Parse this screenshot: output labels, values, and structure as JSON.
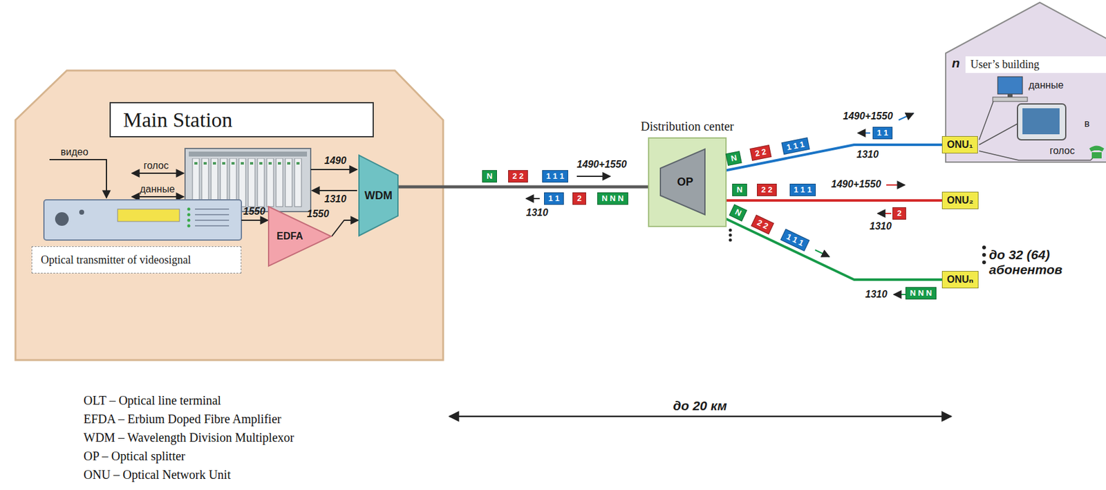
{
  "diagram": {
    "nodes": [
      {
        "text": [
          "Main Station"
        ]
      },
      {
        "text": [
          "Optical transmitter of videosignal"
        ]
      },
      {
        "text": [
          "EDFA"
        ]
      },
      {
        "text": [
          "WDM"
        ]
      },
      {
        "text": [
          "Distribution center"
        ]
      },
      {
        "text": [
          "OP"
        ],
        "in": 4
      },
      {
        "text": [
          "N"
        ]
      },
      {
        "text": [
          "2 2"
        ]
      },
      {
        "text": [
          "1 1 1"
        ]
      },
      {
        "text": [
          "1 1"
        ]
      },
      {
        "text": [
          "2"
        ]
      },
      {
        "text": [
          "N N N"
        ]
      },
      {
        "text": [
          "User’s building"
        ]
      },
      {
        "text": [
          "ONU₁"
        ],
        "in": 12
      },
      {
        "text": [
          "N"
        ]
      },
      {
        "text": [
          "2 2"
        ]
      },
      {
        "text": [
          "1 1 1"
        ]
      },
      {
        "text": [
          "1 1"
        ]
      },
      {
        "text": [
          "ONU₂"
        ]
      },
      {
        "text": [
          "N"
        ]
      },
      {
        "text": [
          "2 2"
        ]
      },
      {
        "text": [
          "1 1 1"
        ]
      },
      {
        "text": [
          "2"
        ]
      },
      {
        "text": [
          "ONUₙ"
        ]
      },
      {
        "text": [
          "N"
        ]
      },
      {
        "text": [
          "2 2"
        ]
      },
      {
        "text": [
          "1 1 1"
        ]
      },
      {
        "text": [
          "N N N"
        ]
      }
    ],
    "edges": [
      {
        "from": 1,
        "to": 2,
        "label": "1550",
        "arrow": "to"
      },
      {
        "from": 2,
        "to": 3,
        "label": "1550",
        "arrow": "to"
      },
      {
        "from": 3,
        "to": 5,
        "arrow": "none"
      },
      {
        "from": 5,
        "to": 13,
        "arrow": "none"
      },
      {
        "from": 5,
        "to": 18,
        "arrow": "none"
      },
      {
        "from": 5,
        "to": 23,
        "arrow": "none"
      }
    ],
    "labels": [
      "голос",
      "данные",
      "1490",
      "1310",
      "видео",
      "1490+1550",
      "1310",
      "1490+1550",
      "1310",
      "1490+1550",
      "1310",
      "1310",
      "до 32 (64) абонентов",
      "до 20 км",
      "n",
      "данные",
      "в",
      "голос",
      "OLT – Optical line terminal",
      "EFDA – Erbium Doped Fibre Amplifier",
      "WDM – Wavelength Division Multiplexor",
      "OP – Optical splitter",
      "ONU – Optical Network Unit"
    ]
  }
}
